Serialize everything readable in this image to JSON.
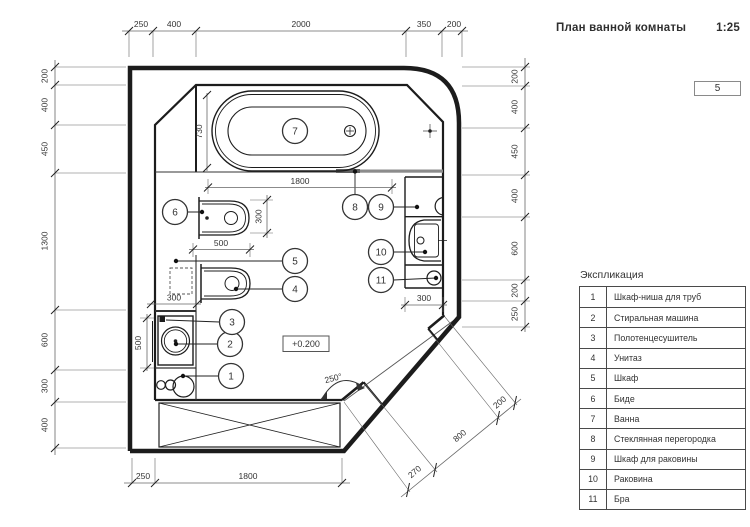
{
  "title": {
    "name": "План ванной комнаты",
    "scale": "1:25",
    "sheet": "5"
  },
  "legend": {
    "title": "Экспликация",
    "items": [
      {
        "num": "1",
        "label": "Шкаф-ниша для труб"
      },
      {
        "num": "2",
        "label": "Стиральная машина"
      },
      {
        "num": "3",
        "label": "Полотенцесушитель"
      },
      {
        "num": "4",
        "label": "Унитаз"
      },
      {
        "num": "5",
        "label": "Шкаф"
      },
      {
        "num": "6",
        "label": "Биде"
      },
      {
        "num": "7",
        "label": "Ванна"
      },
      {
        "num": "8",
        "label": "Стеклянная перегородка"
      },
      {
        "num": "9",
        "label": "Шкаф для раковины"
      },
      {
        "num": "10",
        "label": "Раковина"
      },
      {
        "num": "11",
        "label": "Бра"
      }
    ]
  },
  "dims": {
    "top": [
      "250",
      "400",
      "2000",
      "350",
      "200"
    ],
    "left": [
      "200",
      "400",
      "450",
      "1300",
      "600",
      "300",
      "400"
    ],
    "right": [
      "200",
      "400",
      "450",
      "400",
      "600",
      "200",
      "250"
    ],
    "bottom": [
      "250",
      "1800"
    ],
    "diag": [
      "270",
      "800",
      "200"
    ],
    "bath_width": "730",
    "bath_length": "1800",
    "bidet_height": "300",
    "bidet_width": "500",
    "niche_width": "300",
    "machine_width": "500",
    "cabinet_width": "300",
    "door_angle": "250°",
    "level": "+0.200"
  },
  "colors": {
    "wall": "#1c1c1c",
    "dim": "#555555",
    "glass": "#8c8c8c"
  }
}
